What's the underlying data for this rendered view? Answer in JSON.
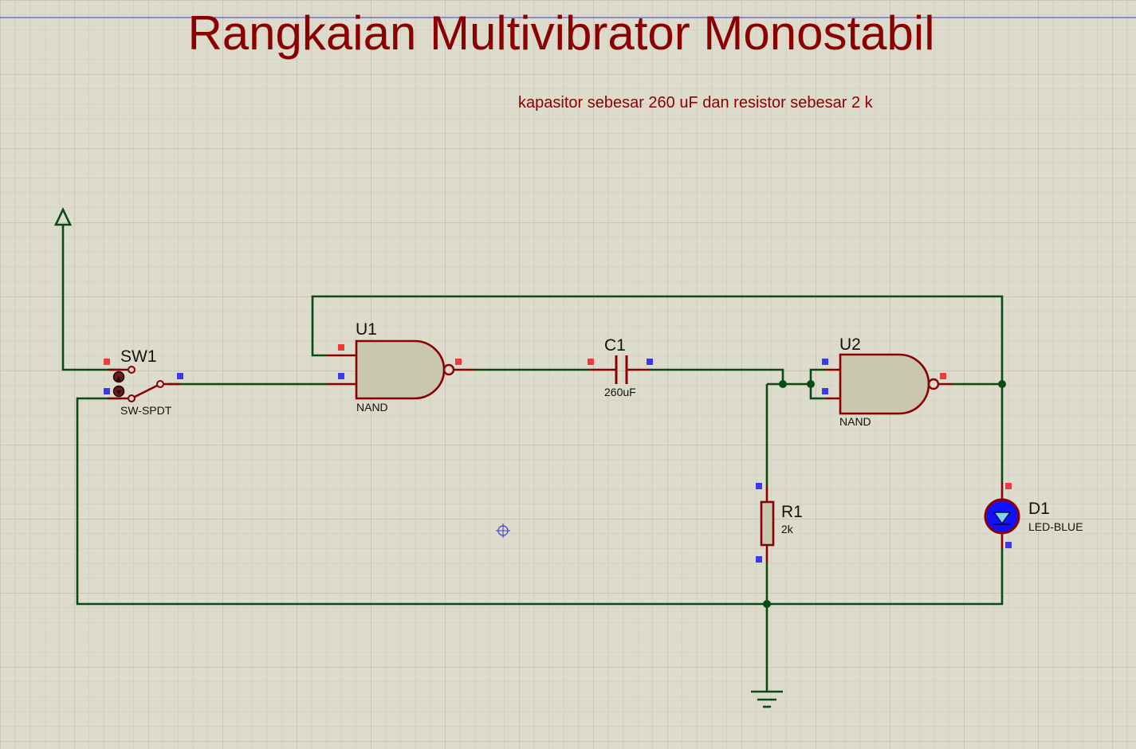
{
  "title": "Rangkaian Multivibrator Monostabil",
  "subtitle": "kapasitor sebesar 260 uF dan resistor sebesar 2 k",
  "components": {
    "sw1": {
      "ref": "SW1",
      "value": "SW-SPDT"
    },
    "u1": {
      "ref": "U1",
      "value": "NAND"
    },
    "c1": {
      "ref": "C1",
      "value": "260uF"
    },
    "u2": {
      "ref": "U2",
      "value": "NAND"
    },
    "r1": {
      "ref": "R1",
      "value": "2k"
    },
    "d1": {
      "ref": "D1",
      "value": "LED-BLUE"
    }
  },
  "colors": {
    "background": "#dcdbcc",
    "grid_minor": "#c7c6b6",
    "grid_major": "#b9b8a8",
    "wire": "#0a4a14",
    "component": "#8b0000",
    "component_fill": "#c9c8ae",
    "led_fill": "#1010ff",
    "pin_input": "#f03a3a",
    "pin_output": "#3a3af0"
  },
  "icons": {
    "power_terminal": "power-terminal-icon",
    "ground": "ground-icon",
    "cursor": "crosshair-cursor-icon"
  }
}
